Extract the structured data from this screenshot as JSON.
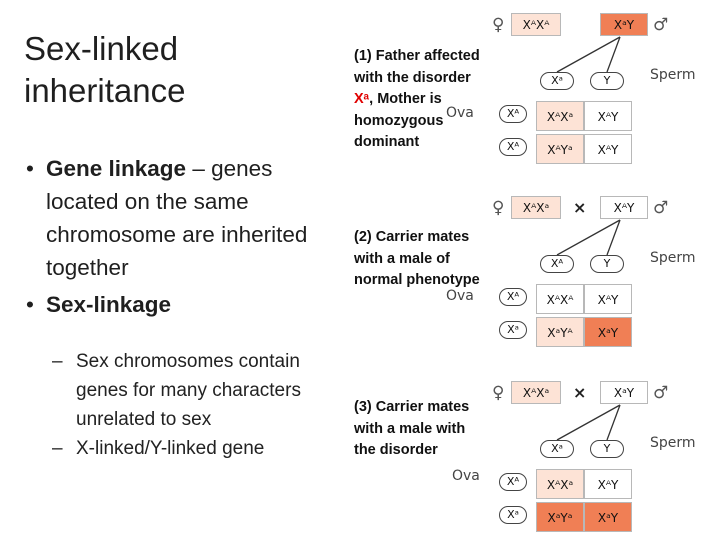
{
  "title": "Sex-linked inheritance",
  "bullets": [
    {
      "bold": "Gene linkage",
      "rest": " – genes located on the same chromosome are inherited together"
    },
    {
      "bold": "Sex-linkage",
      "rest": ""
    }
  ],
  "sub_bullets": [
    "Sex chromosomes contain  genes for many characters unrelated to sex",
    "X-linked/Y-linked gene"
  ],
  "labels": {
    "sperm": "Sperm",
    "ova": "Ova",
    "female_symbol": "♀",
    "male_symbol": "♂",
    "cross": "×"
  },
  "colors": {
    "affected": "#f07f55",
    "carrier": "#fde3d6",
    "highlight_red": "#e00000"
  },
  "crosses": [
    {
      "text_before": "(1) Father affected with the disorder ",
      "text_red": "Xᵃ",
      "text_after": ", Mother is homozygous dominant",
      "mother": "XᴬXᴬ",
      "father": "XᵃY",
      "sperm": [
        "Xᵃ",
        "Y"
      ],
      "ova": [
        "Xᴬ",
        "Xᴬ"
      ],
      "offspring": [
        [
          "XᴬXᵃ",
          "XᴬY"
        ],
        [
          "XᴬYᵃ",
          "XᴬY"
        ]
      ]
    },
    {
      "text": "(2) Carrier mates with a male of normal phenotype",
      "mother": "XᴬXᵃ",
      "father": "XᴬY",
      "sperm": [
        "Xᴬ",
        "Y"
      ],
      "ova": [
        "Xᴬ",
        "Xᵃ"
      ],
      "offspring": [
        [
          "XᴬXᴬ",
          "XᴬY"
        ],
        [
          "XᵃYᴬ",
          "XᵃY"
        ]
      ]
    },
    {
      "text": "(3) Carrier mates with a male with the disorder",
      "mother": "XᴬXᵃ",
      "father": "XᵃY",
      "sperm": [
        "Xᵃ",
        "Y"
      ],
      "ova": [
        "Xᴬ",
        "Xᵃ"
      ],
      "offspring": [
        [
          "XᴬXᵃ",
          "XᴬY"
        ],
        [
          "XᵃYᵃ",
          "XᵃY"
        ]
      ]
    }
  ]
}
